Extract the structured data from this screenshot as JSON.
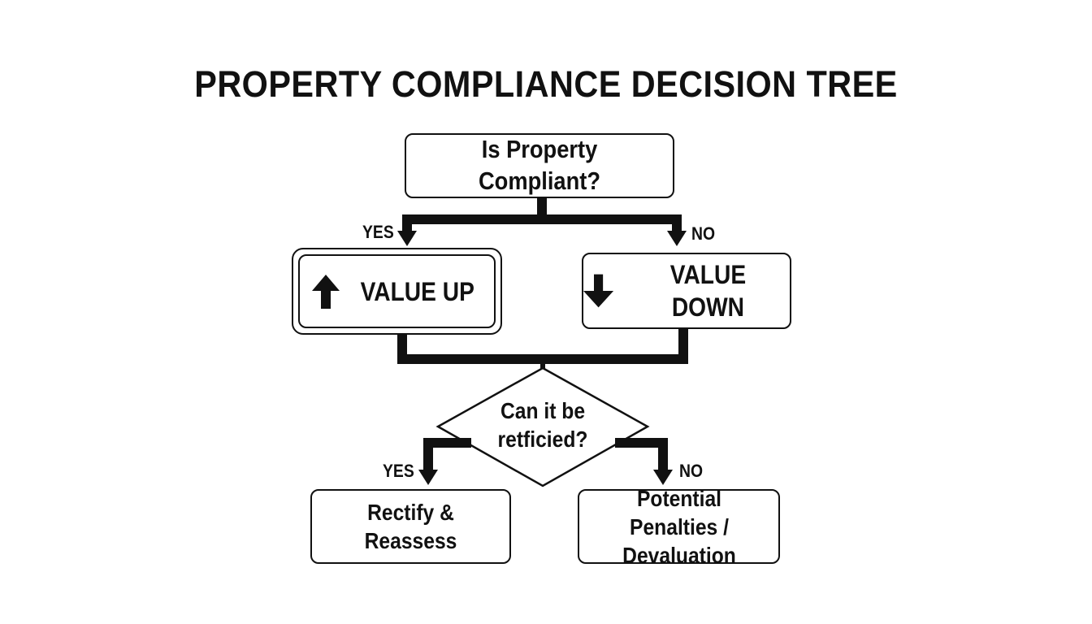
{
  "title": "PROPERTY COMPLIANCE DECISION TREE",
  "nodes": {
    "question": "Is Property Compliant?",
    "value_up": "VALUE UP",
    "value_down": "VALUE DOWN",
    "rectify_question": "Can it be retficied?",
    "rectify": "Rectify & Reassess",
    "penalties": "Potential Penalties / Devaluation"
  },
  "labels": {
    "yes_1": "YES",
    "no_1": "NO",
    "yes_2": "YES",
    "no_2": "NO"
  },
  "icons": {
    "value_up": "arrow-up-icon",
    "value_down": "arrow-down-icon"
  },
  "colors": {
    "ink": "#111111",
    "background": "#ffffff"
  }
}
